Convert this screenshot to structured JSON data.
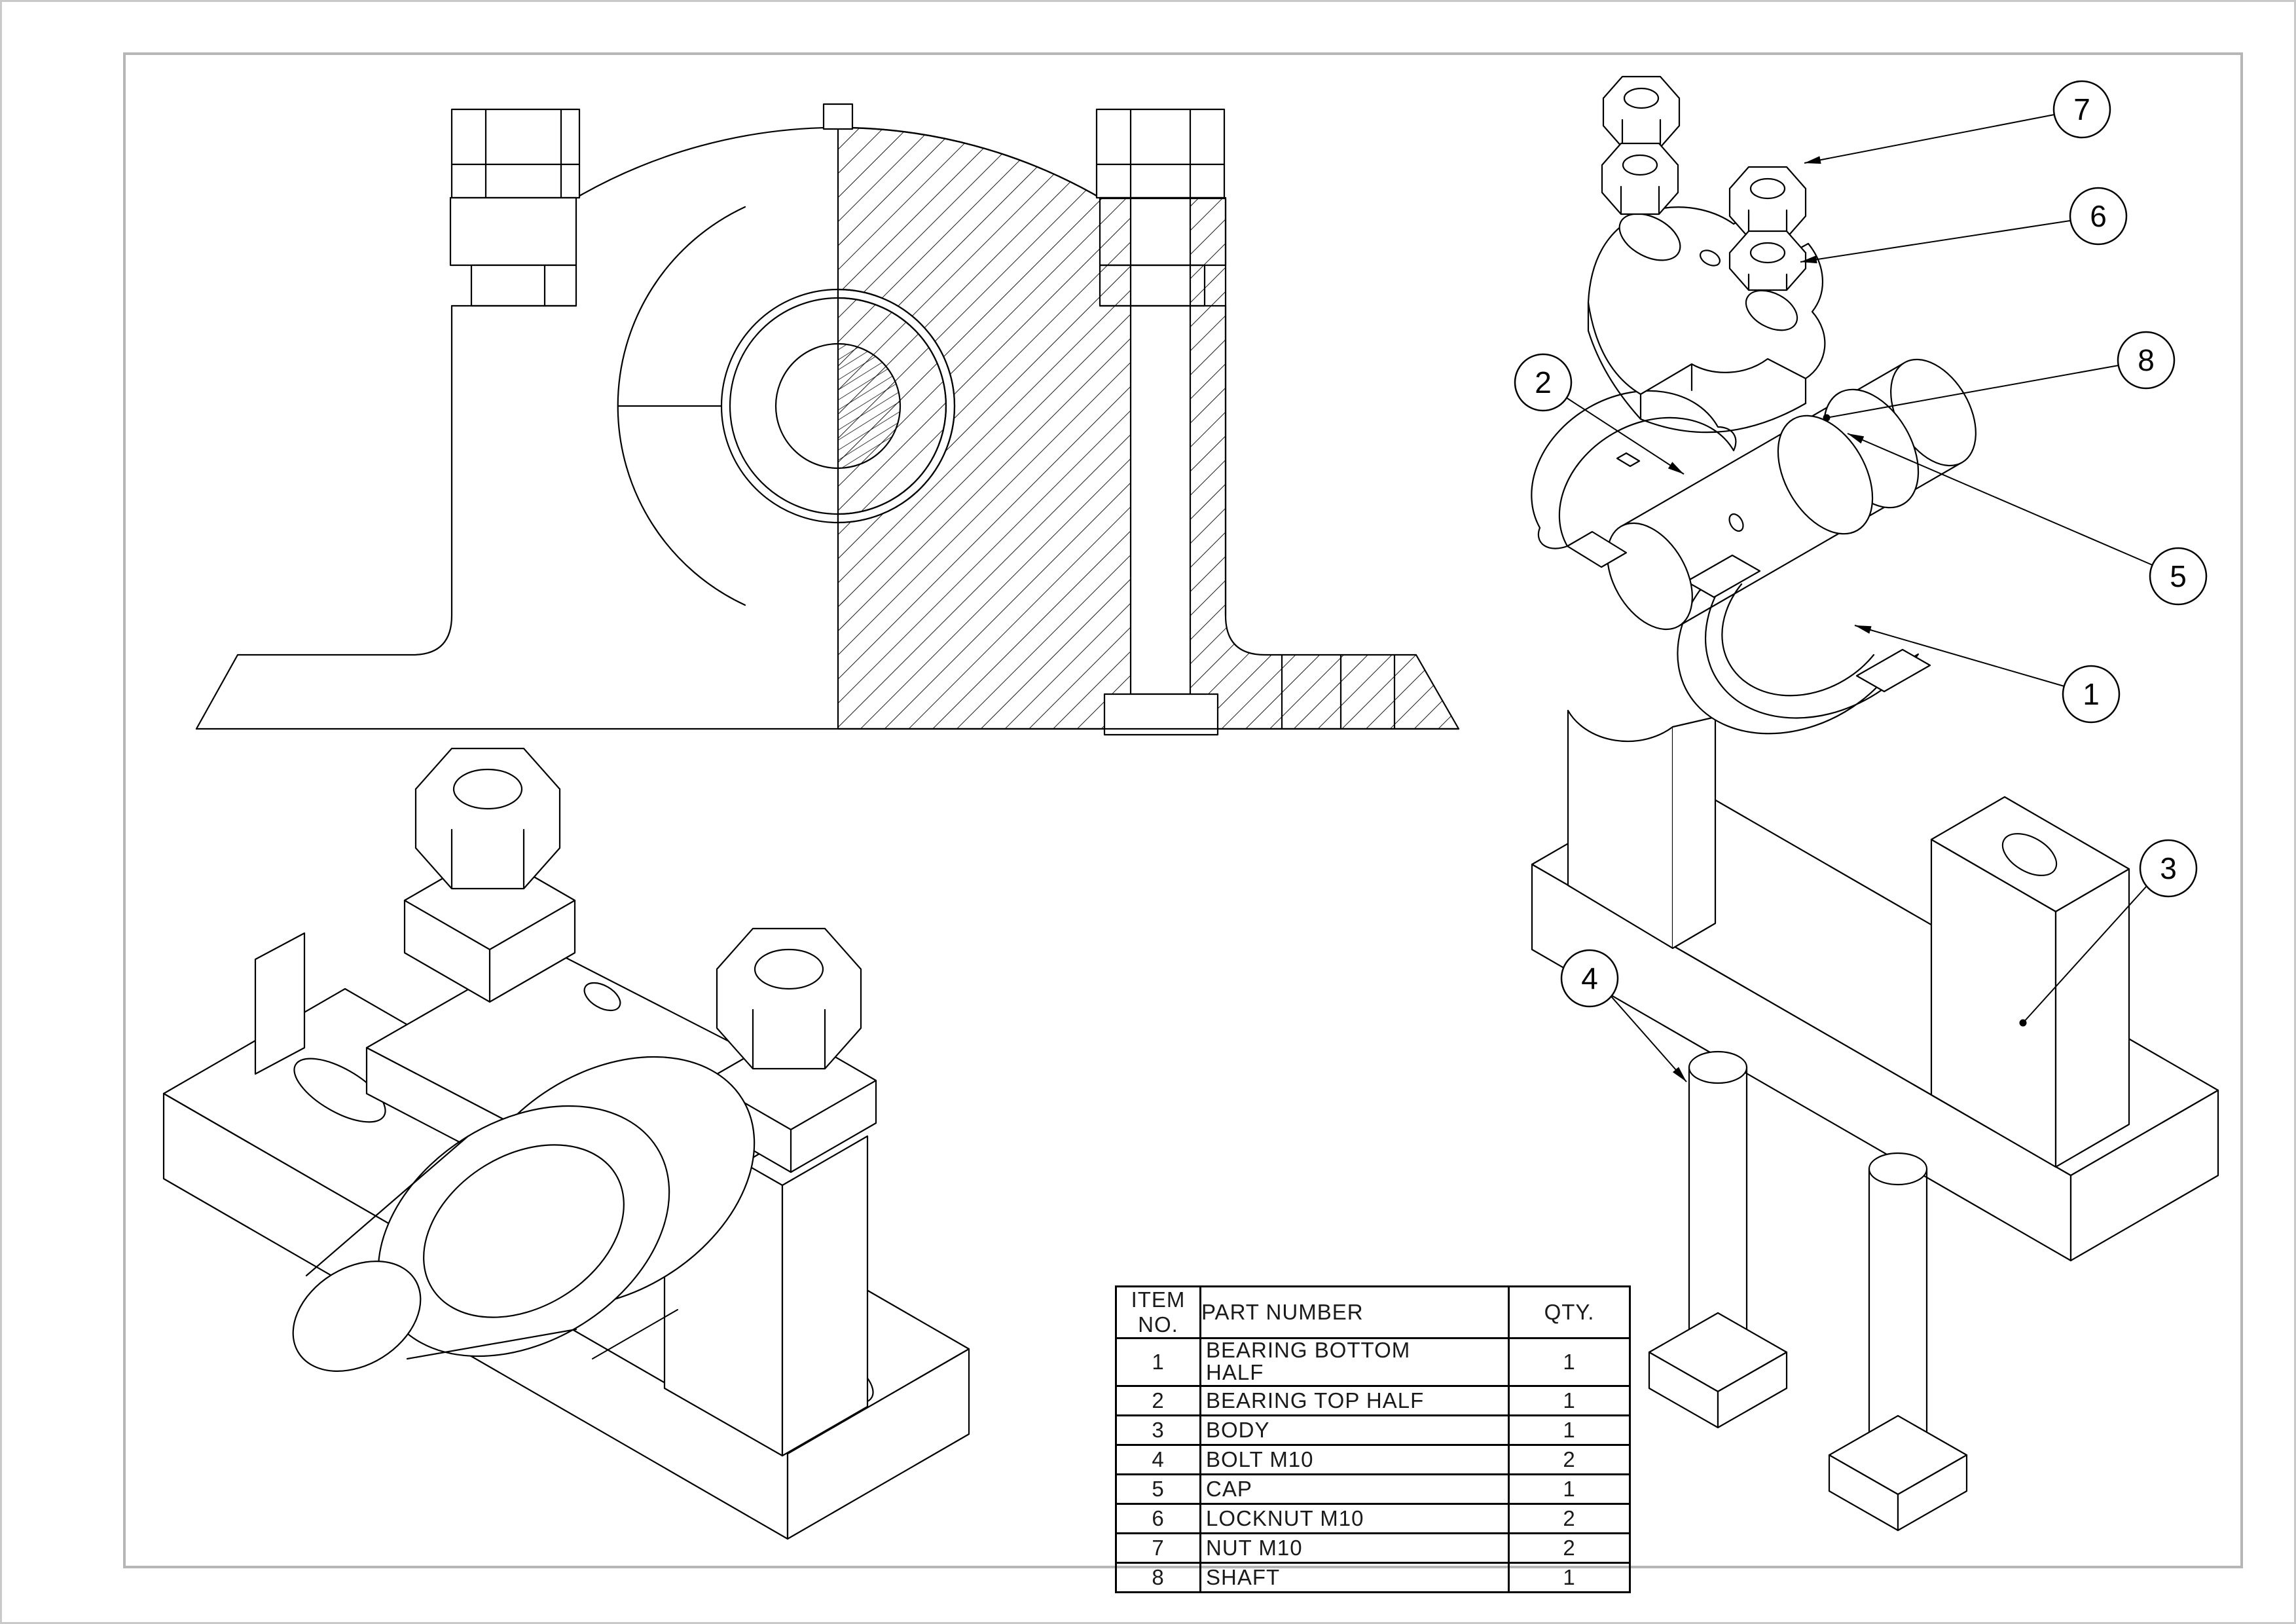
{
  "sheet": {
    "background": "#ffffff",
    "frame_color": "#b6b6b6",
    "line_color": "#000000",
    "description": "SolidWorks-style engineering drawing of a plummer block (pillow block) bearing assembly with half-sectioned front view, assembled isometric view, exploded isometric view with balloon callouts and a bill of materials table"
  },
  "balloons": [
    {
      "label": "1"
    },
    {
      "label": "2"
    },
    {
      "label": "3"
    },
    {
      "label": "4"
    },
    {
      "label": "5"
    },
    {
      "label": "6"
    },
    {
      "label": "7"
    },
    {
      "label": "8"
    }
  ],
  "bom": {
    "headers": [
      "ITEM NO.",
      "PART NUMBER",
      "QTY."
    ],
    "rows": [
      {
        "item": "1",
        "part": "BEARING BOTTOM HALF",
        "qty": "1"
      },
      {
        "item": "2",
        "part": "BEARING TOP HALF",
        "qty": "1"
      },
      {
        "item": "3",
        "part": "BODY",
        "qty": "1"
      },
      {
        "item": "4",
        "part": "BOLT M10",
        "qty": "2"
      },
      {
        "item": "5",
        "part": "CAP",
        "qty": "1"
      },
      {
        "item": "6",
        "part": "LOCKNUT M10",
        "qty": "2"
      },
      {
        "item": "7",
        "part": "NUT M10",
        "qty": "2"
      },
      {
        "item": "8",
        "part": "SHAFT",
        "qty": "1"
      }
    ]
  }
}
